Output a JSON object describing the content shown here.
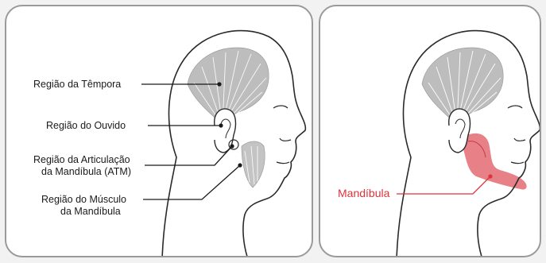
{
  "left_panel": {
    "labels": {
      "temple": "Região da Têmpora",
      "ear": "Região do Ouvido",
      "tmj_line1": "Região da Articulação",
      "tmj_line2": "da Mandíbula (ATM)",
      "muscle_line1": "Região do Músculo",
      "muscle_line2": "da Mandíbula"
    }
  },
  "right_panel": {
    "labels": {
      "jaw": "Mandíbula"
    },
    "highlight_color": "#e05560"
  },
  "colors": {
    "outline": "#2a2a2a",
    "muscle": "#b5b5b5",
    "panel_border": "#9a9a9a",
    "accent": "#e0323a"
  }
}
